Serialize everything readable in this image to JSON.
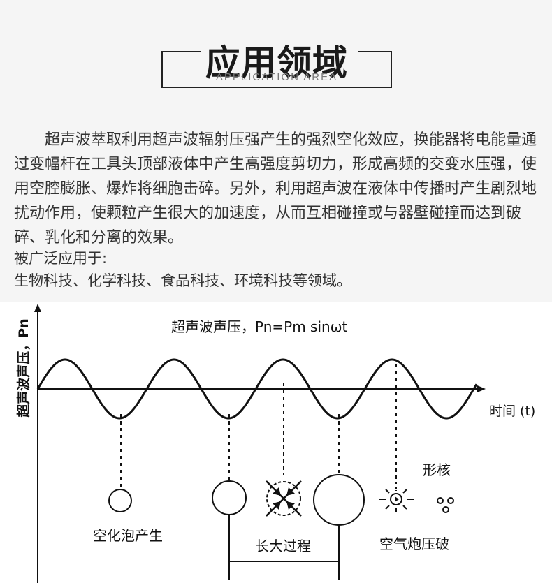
{
  "header": {
    "title": "应用领域",
    "subtitle": "APPLICATION AREA"
  },
  "intro": {
    "paragraph": "超声波萃取利用超声波辐射压强产生的强烈空化效应，换能器将电能量通过变幅杆在工具头顶部液体中产生高强度剪切力，形成高频的交变水压强，使用空腔膨胀、爆炸将细胞击碎。另外，利用超声波在液体中传播时产生剧烈地扰动作用，使颗粒产生很大的加速度，从而互相碰撞或与器壁碰撞而达到破碎、乳化和分离的效果。",
    "applied_label": "被广泛应用于:",
    "applied_fields": "生物科技、化学科技、食品科技、环境科技等领域。"
  },
  "diagram": {
    "y_axis_label": "超声波声压，Pn",
    "formula": "超声波声压，Pn=Pm sinωt",
    "x_axis_label": "时间 (t)",
    "stages": {
      "generation": "空化泡产生",
      "growth": "长大过程",
      "collapse": "空气炮压破",
      "nucleation": "形核"
    }
  }
}
